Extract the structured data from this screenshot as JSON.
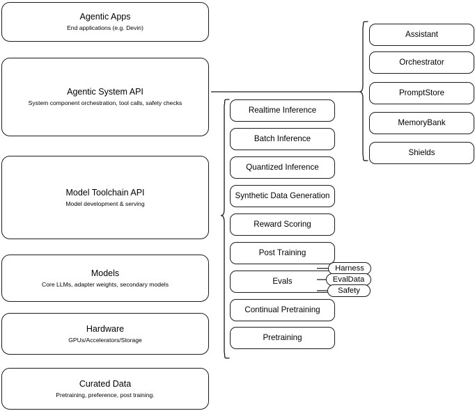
{
  "diagram": {
    "title": "Llama Stack layered architecture diagram",
    "stroke_color": "#1a1a1a",
    "background_color": "#ffffff"
  },
  "left_stack": {
    "name": "layer-stack",
    "boxes": [
      {
        "id": "agentic-apps",
        "title": "Agentic Apps",
        "subtitle": "End applications (e.g. Devin)"
      },
      {
        "id": "agentic-system-api",
        "title": "Agentic System API",
        "subtitle": "System component orchestration, tool calls, safety checks"
      },
      {
        "id": "model-toolchain-api",
        "title": "Model Toolchain API",
        "subtitle": "Model development & serving"
      },
      {
        "id": "models",
        "title": "Models",
        "subtitle": "Core LLMs, adapter weights, secondary models"
      },
      {
        "id": "hardware",
        "title": "Hardware",
        "subtitle": "GPUs/Accelerators/Storage"
      },
      {
        "id": "curated-data",
        "title": "Curated Data",
        "subtitle": "Pretraining, preference, post training."
      }
    ]
  },
  "toolchain_column": {
    "name": "model-toolchain-capabilities",
    "items": [
      {
        "id": "realtime-inference",
        "label": "Realtime Inference"
      },
      {
        "id": "batch-inference",
        "label": "Batch Inference"
      },
      {
        "id": "quantized-inference",
        "label": "Quantized Inference"
      },
      {
        "id": "synthetic-data-generation",
        "label": "Synthetic Data Generation"
      },
      {
        "id": "reward-scoring",
        "label": "Reward Scoring"
      },
      {
        "id": "post-training",
        "label": "Post Training"
      },
      {
        "id": "evals",
        "label": "Evals"
      },
      {
        "id": "continual-pretraining",
        "label": "Continual Pretraining"
      },
      {
        "id": "pretraining",
        "label": "Pretraining"
      }
    ]
  },
  "evals_pills": {
    "name": "evals-subcomponents",
    "items": [
      {
        "id": "harness",
        "label": "Harness"
      },
      {
        "id": "evaldata",
        "label": "EvalData"
      },
      {
        "id": "safety",
        "label": "Safety"
      }
    ]
  },
  "agentic_column": {
    "name": "agentic-system-components",
    "items": [
      {
        "id": "assistant",
        "label": "Assistant"
      },
      {
        "id": "orchestrator",
        "label": "Orchestrator"
      },
      {
        "id": "promptstore",
        "label": "PromptStore"
      },
      {
        "id": "memorybank",
        "label": "MemoryBank"
      },
      {
        "id": "shields",
        "label": "Shields"
      }
    ]
  }
}
